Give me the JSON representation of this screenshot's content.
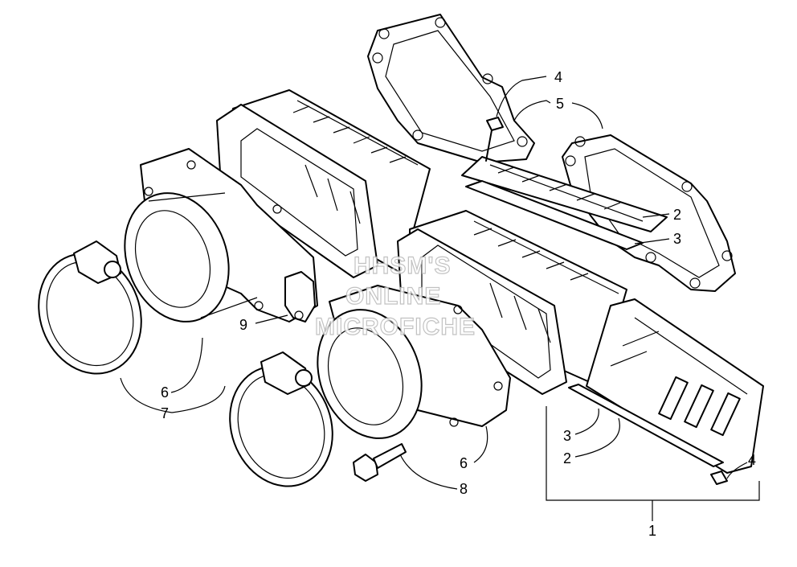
{
  "watermark": {
    "line1": "HHSM'S",
    "line2": "ONLINE",
    "line3": "MICROFICHE"
  },
  "callouts": {
    "c1": "1",
    "c2_top": "2",
    "c2_bottom": "2",
    "c3_top": "3",
    "c3_bottom": "3",
    "c4_top": "4",
    "c4_right": "4",
    "c5": "5",
    "c6_left": "6",
    "c6_right": "6",
    "c7": "7",
    "c8": "8",
    "c9": "9"
  }
}
